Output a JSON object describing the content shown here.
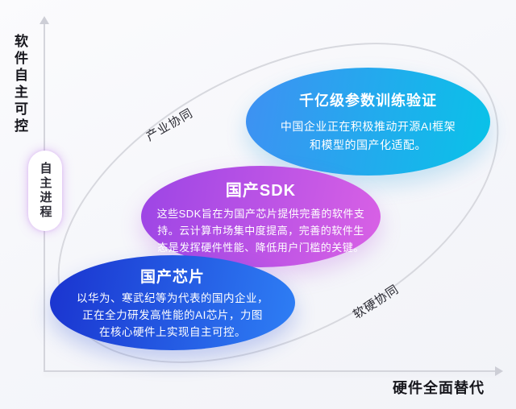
{
  "axes": {
    "y_label": "软件自主可控",
    "x_label": "硬件全面替代",
    "process_label": "自主进程"
  },
  "outer_labels": {
    "industry": "产业协同",
    "softhard": "软硬协同"
  },
  "bubbles": [
    {
      "id": "training",
      "title": "千亿级参数训练验证",
      "body_lines": [
        "中国企业正在积极推动开源AI框架",
        "和模型的国产化适配。"
      ],
      "gradient": [
        "#3f90f3",
        "#08c3e8"
      ]
    },
    {
      "id": "sdk",
      "title": "国产SDK",
      "body_lines": [
        "这些SDK旨在为国产芯片提供完善的软件支",
        "持。云计算市场集中度提高，完善的软件生",
        "态是发挥硬件性能、降低用户门槛的关键。"
      ],
      "gradient": [
        "#9c45e5",
        "#d961e5"
      ]
    },
    {
      "id": "chip",
      "title": "国产芯片",
      "body_lines": [
        "以华为、寒武纪等为代表的国内企业，",
        "正在全力研发高性能的AI芯片，力图",
        "在核心硬件上实现自主可控。"
      ],
      "gradient": [
        "#1a33cf",
        "#2e7ff5"
      ]
    }
  ]
}
